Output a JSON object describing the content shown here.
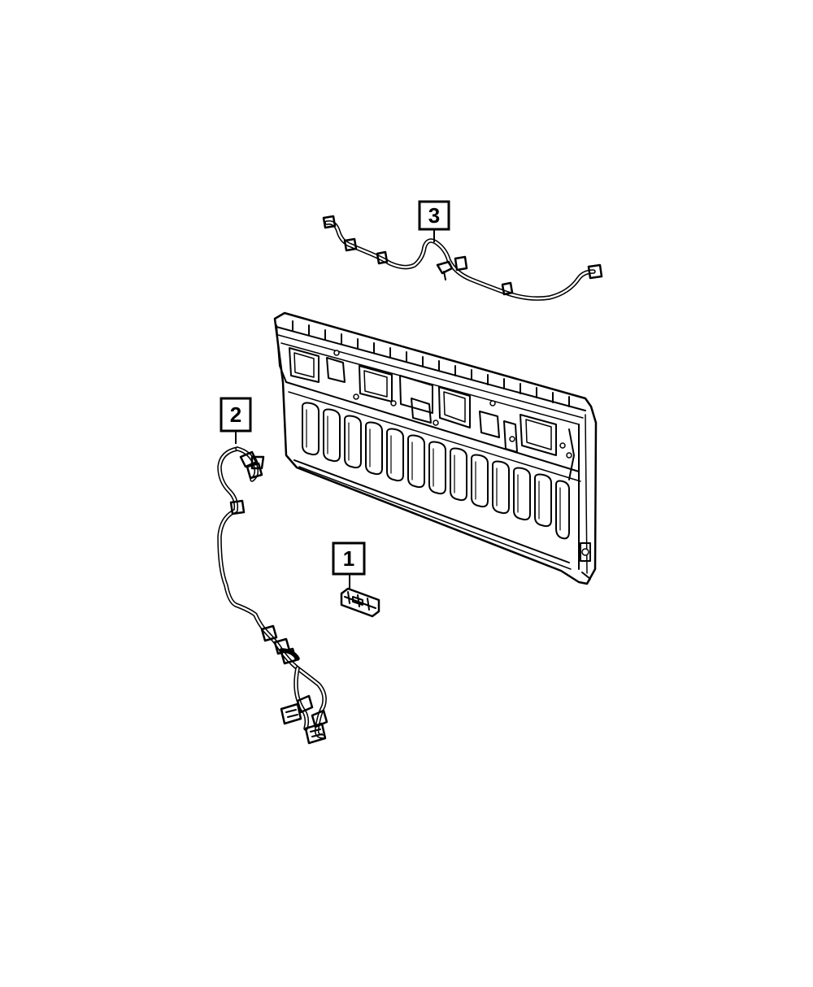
{
  "callouts": [
    {
      "id": "callout-1",
      "label": "1"
    },
    {
      "id": "callout-2",
      "label": "2"
    },
    {
      "id": "callout-3",
      "label": "3"
    }
  ],
  "parts": [
    {
      "callout": "1",
      "icon": "bracket-part-icon"
    },
    {
      "callout": "2",
      "icon": "wiring-harness-icon"
    },
    {
      "callout": "3",
      "icon": "wiring-harness-icon"
    },
    {
      "callout": "",
      "icon": "tailgate-panel-icon"
    }
  ],
  "colors": {
    "line": "#000000",
    "background": "#ffffff"
  }
}
